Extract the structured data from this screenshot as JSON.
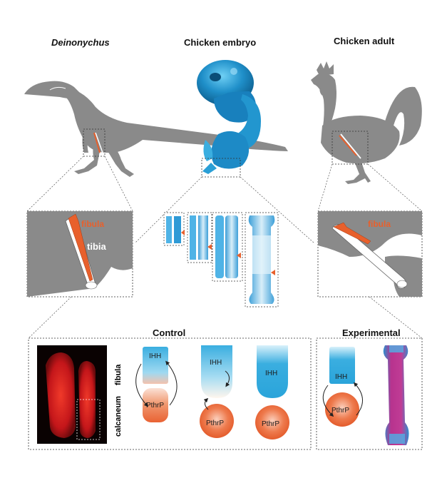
{
  "headers": {
    "deinonychus": "Deinonychus",
    "embryo": "Chicken embryo",
    "adult": "Chicken adult",
    "control": "Control",
    "experimental": "Experimental"
  },
  "bone_labels": {
    "fibula": "fibula",
    "tibia": "tibia",
    "calcaneum": "calcaneum"
  },
  "signals": {
    "ihh": "IHH",
    "pthrp": "PthrP"
  },
  "colors": {
    "silhouette": "#8a8a8a",
    "fibula_orange": "#e8602c",
    "ihh_blue": "#3aaee0",
    "pthrp_orange": "#ec7042",
    "embryo_blue": "#1f8fc9",
    "fluorescence_red": "#d81f1f"
  }
}
